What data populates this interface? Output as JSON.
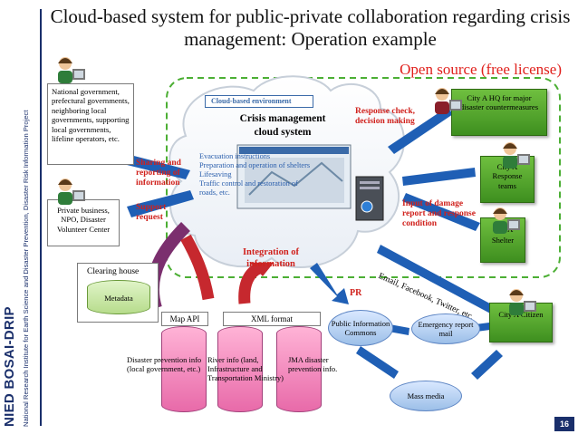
{
  "sidebar": {
    "brand": "NIED BOSAI-DRIP",
    "subtitle": "National Research Institute for Earth Science and Disaster Prevention, Disaster Risk Information Project"
  },
  "title": "Cloud-based system for public-private collaboration regarding crisis management: Operation example",
  "subtitle": "Open source (free license)",
  "cloud": {
    "env_label": "Cloud-based environment",
    "system_title": "Crisis management cloud system",
    "items": [
      "Evacuation instructions",
      "Preparation and operation of shelters",
      "Lifesaving",
      "Traffic control and restoration of roads, etc."
    ]
  },
  "left_boxes": {
    "government": "National government, prefectural governments, neighboring local governments, supporting local governments, lifeline operators, etc.",
    "private": "Private business, NPO, Disaster Volunteer Center"
  },
  "left_labels": {
    "sharing": "Sharing and reporting of information",
    "support": "Support request"
  },
  "right_boxes": {
    "hq": "City A HQ for major disaster countermeasures",
    "response_teams": "City A Response teams",
    "shelter": "City A Shelter",
    "citizen": "City A Citizen"
  },
  "right_labels": {
    "response_check": "Response check, decision making",
    "input_damage": "Input of damage report and response condition"
  },
  "integration": "Integration of information",
  "clearing_house": {
    "label": "Clearing house",
    "metadata": "Metadata"
  },
  "apis": {
    "map_api": "Map API",
    "xml_format": "XML format"
  },
  "sources": [
    "Disaster prevention info (local government, etc.)",
    "River info (land, Infrastructure and Transportation Ministry)",
    "JMA disaster prevention info."
  ],
  "pr_label": "PR",
  "channels": "Email, Facebook, Twitter, etc.",
  "ellipses": {
    "public_info": "Public Information Commons",
    "emergency_mail": "Emergency report mail",
    "mass_media": "Mass media"
  },
  "page_number": "16",
  "colors": {
    "title_text": "#111111",
    "accent_red": "#e0201c",
    "green_box": "#4fa22a",
    "arrow_blue": "#1f5fb5",
    "arrow_red": "#c6282e",
    "arrow_purple": "#7b2f6e",
    "dashed_green": "#4caf34",
    "brand_navy": "#1a2f6b"
  }
}
